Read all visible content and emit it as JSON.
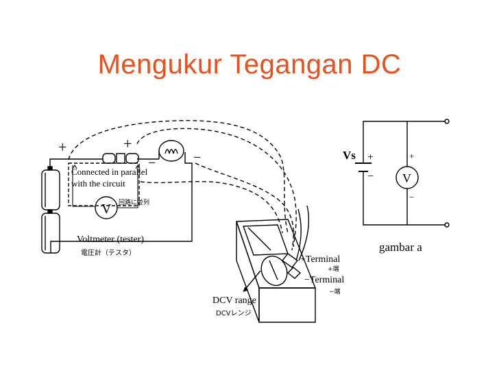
{
  "slide": {
    "title": "Mengukur Tegangan DC"
  },
  "left_diagram": {
    "plus_left": "+",
    "plus_mid": "+",
    "minus_bulb": "−",
    "minus_right": "−",
    "connected_line1": "Connected in parallel",
    "connected_line2": "with the circuit",
    "connected_jp": "回路に並列",
    "voltmeter_symbol": "V",
    "voltmeter_label": "Voltmeter (tester)",
    "voltmeter_jp": "電圧計（テスタ）",
    "terminal_plus": "+Terminal",
    "terminal_plus_sub": "+端",
    "terminal_minus": "−Terminal",
    "terminal_minus_sub": "−端",
    "dcv_range": "DCV range",
    "dcv_range_jp": "DCVレンジ"
  },
  "right_diagram": {
    "source_label": "Vs",
    "source_plus": "+",
    "source_minus": "−",
    "meter_plus": "+",
    "meter_minus": "−",
    "meter_symbol": "V",
    "caption": "gambar a"
  },
  "colors": {
    "title": "#e8501e",
    "line": "#000000"
  }
}
